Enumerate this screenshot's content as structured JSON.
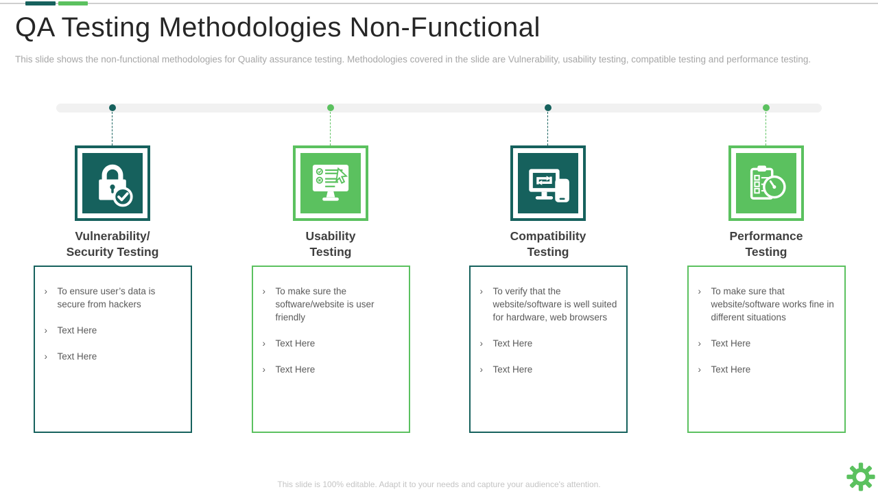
{
  "slide": {
    "title": "QA Testing Methodologies Non-Functional",
    "subtitle": "This slide shows the non-functional methodologies for Quality assurance testing. Methodologies covered in the slide are Vulnerability, usability testing, compatible testing and performance testing.",
    "footer": "This slide is 100% editable. Adapt it to your needs and capture your audience's attention."
  },
  "bullet_char": "›",
  "colors": {
    "teal": "#16615D",
    "green": "#5BC15F",
    "timeline_bar": "#F1F1F1",
    "title_text": "#262626",
    "subtitle_text": "#A6A6A6",
    "heading_text": "#3F3F3F",
    "body_text": "#5A5A5A",
    "footer_text": "#C4C4C4"
  },
  "timeline": {
    "bar_shape": "rounded-gray-bar",
    "dot_colors": [
      "teal",
      "green",
      "teal",
      "green"
    ]
  },
  "columns": [
    {
      "accent": "teal",
      "icon": "lock-check-icon",
      "heading_lines": [
        "Vulnerability/",
        "Security Testing"
      ],
      "bullets": [
        "To ensure user’s data is secure from hackers",
        "Text Here",
        "Text Here"
      ]
    },
    {
      "accent": "green",
      "icon": "usability-monitor-icon",
      "heading_lines": [
        "Usability",
        "Testing"
      ],
      "bullets": [
        "To make sure the software/website is user friendly",
        "Text Here",
        "Text Here"
      ]
    },
    {
      "accent": "teal",
      "icon": "device-compatibility-icon",
      "heading_lines": [
        "Compatibility",
        "Testing"
      ],
      "bullets": [
        "To verify that the website/software is well suited for hardware, web browsers",
        "Text Here",
        "Text Here"
      ]
    },
    {
      "accent": "green",
      "icon": "performance-gauge-icon",
      "heading_lines": [
        "Performance",
        "Testing"
      ],
      "bullets": [
        "To make sure that website/software works fine in different situations",
        "Text Here",
        "Text Here"
      ]
    }
  ]
}
